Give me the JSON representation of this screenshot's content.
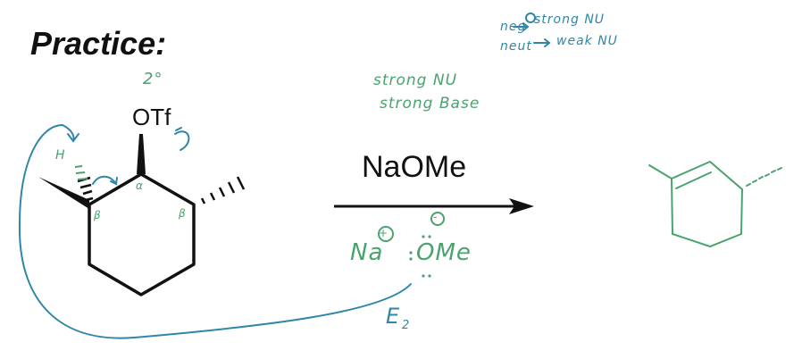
{
  "title": "Practice:",
  "reactant": {
    "leaving_group": "OTf",
    "carbon_degree": "2°",
    "alpha_label": "α",
    "beta_label_left": "β",
    "beta_label_right": "β",
    "h_label": "H"
  },
  "reagent": {
    "label": "NaOMe",
    "cation": "Na",
    "cation_charge": "+",
    "anion": "OMe",
    "anion_charge": "-"
  },
  "notes": {
    "strong_nu": "strong NU",
    "strong_base": "strong Base",
    "neg_rule_lhs": "neg",
    "neg_rule_rhs": "strong NU",
    "neut_rule_lhs": "neut",
    "neut_rule_rhs": "weak NU",
    "mechanism": "E",
    "mechanism_sub": "2"
  },
  "colors": {
    "ink": "#111111",
    "green": "#4aa36e",
    "blue": "#2f86a8"
  }
}
